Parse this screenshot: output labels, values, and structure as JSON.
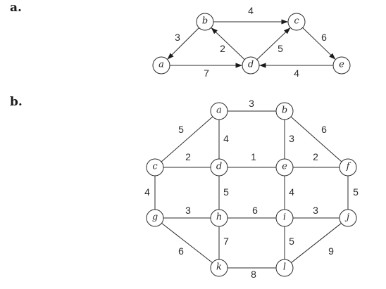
{
  "graph_a": {
    "label": "a.",
    "nodes": {
      "a": {
        "label": "a"
      },
      "b": {
        "label": "b"
      },
      "c": {
        "label": "c"
      },
      "d": {
        "label": "d"
      },
      "e": {
        "label": "e"
      }
    },
    "edges": [
      {
        "from": "b",
        "to": "c",
        "weight": "4",
        "directed": true
      },
      {
        "from": "b",
        "to": "a",
        "weight": "3",
        "directed": true
      },
      {
        "from": "a",
        "to": "d",
        "weight": "7",
        "directed": true
      },
      {
        "from": "d",
        "to": "b",
        "weight": "2",
        "directed": true
      },
      {
        "from": "d",
        "to": "c",
        "weight": "5",
        "directed": true
      },
      {
        "from": "c",
        "to": "e",
        "weight": "6",
        "directed": true
      },
      {
        "from": "e",
        "to": "d",
        "weight": "4",
        "directed": true
      }
    ]
  },
  "graph_b": {
    "label": "b.",
    "nodes": {
      "a": {
        "label": "a"
      },
      "b": {
        "label": "b"
      },
      "c": {
        "label": "c"
      },
      "d": {
        "label": "d"
      },
      "e": {
        "label": "e"
      },
      "f": {
        "label": "f"
      },
      "g": {
        "label": "g"
      },
      "h": {
        "label": "h"
      },
      "i": {
        "label": "i"
      },
      "j": {
        "label": "j"
      },
      "k": {
        "label": "k"
      },
      "l": {
        "label": "l"
      }
    },
    "edges": [
      {
        "from": "a",
        "to": "b",
        "weight": "3"
      },
      {
        "from": "a",
        "to": "c",
        "weight": "5"
      },
      {
        "from": "a",
        "to": "d",
        "weight": "4"
      },
      {
        "from": "b",
        "to": "e",
        "weight": "3"
      },
      {
        "from": "b",
        "to": "f",
        "weight": "6"
      },
      {
        "from": "c",
        "to": "d",
        "weight": "2"
      },
      {
        "from": "d",
        "to": "e",
        "weight": "1"
      },
      {
        "from": "e",
        "to": "f",
        "weight": "2"
      },
      {
        "from": "c",
        "to": "g",
        "weight": "4"
      },
      {
        "from": "d",
        "to": "h",
        "weight": "5"
      },
      {
        "from": "e",
        "to": "i",
        "weight": "4"
      },
      {
        "from": "f",
        "to": "j",
        "weight": "5"
      },
      {
        "from": "g",
        "to": "h",
        "weight": "3"
      },
      {
        "from": "h",
        "to": "i",
        "weight": "6"
      },
      {
        "from": "i",
        "to": "j",
        "weight": "3"
      },
      {
        "from": "g",
        "to": "k",
        "weight": "6"
      },
      {
        "from": "h",
        "to": "k",
        "weight": "7"
      },
      {
        "from": "i",
        "to": "l",
        "weight": "5"
      },
      {
        "from": "j",
        "to": "l",
        "weight": "9"
      },
      {
        "from": "k",
        "to": "l",
        "weight": "8"
      }
    ]
  }
}
